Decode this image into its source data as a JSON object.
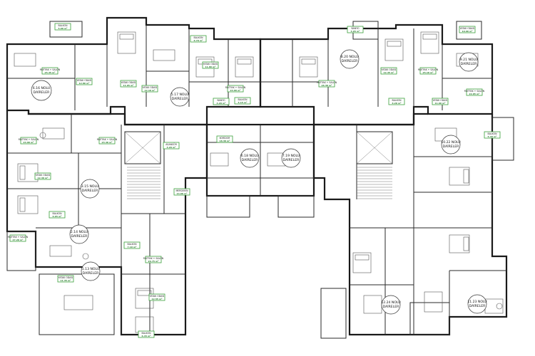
{
  "units": [
    {
      "id": "6.16",
      "line1": "6.16 NOLU",
      "line2": "DAİRELER"
    },
    {
      "id": "5.17",
      "line1": "5.17 NOLU",
      "line2": "DAİRELER"
    },
    {
      "id": "8.20",
      "line1": "8.20 NOLU",
      "line2": "DAİRELER"
    },
    {
      "id": "9.21",
      "line1": "9.21 NOLU",
      "line2": "DAİRELER"
    },
    {
      "id": "3.15",
      "line1": "3.15 NOLU",
      "line2": "DAİRELER"
    },
    {
      "id": "6.18",
      "line1": "6.18 NOLU",
      "line2": "DAİRELER"
    },
    {
      "id": "7.19",
      "line1": "7.19 NOLU",
      "line2": "DAİRELER"
    },
    {
      "id": "10.22",
      "line1": "10.22 NOLU",
      "line2": "DAİRELER"
    },
    {
      "id": "2.14",
      "line1": "2.14 NOLU",
      "line2": "DAİRELER"
    },
    {
      "id": "1.13",
      "line1": "1.13 NOLU",
      "line2": "DAİRELER"
    },
    {
      "id": "12.24",
      "line1": "12.24 NOLU",
      "line2": "DAİRELER"
    },
    {
      "id": "11.23",
      "line1": "11.23 NOLU",
      "line2": "DAİRELER"
    }
  ],
  "rooms": [
    {
      "name": "MUTFAK + SALON",
      "area": "25.45 m²"
    },
    {
      "name": "YATAK ODASI",
      "area": "12.80 m²"
    },
    {
      "name": "YATAK ODASI",
      "area": "11.05 m²"
    },
    {
      "name": "BALKON",
      "area": "5.90 m²"
    },
    {
      "name": "BANYO",
      "area": "4.20 m²"
    },
    {
      "name": "MUTFAK + SALON",
      "area": "23.40 m²"
    },
    {
      "name": "YATAK ODASI",
      "area": "12.10 m²"
    },
    {
      "name": "BALKON",
      "area": "6.70 m²"
    },
    {
      "name": "MUTFAK + SALON",
      "area": "24.60 m²"
    },
    {
      "name": "YATAK ODASI",
      "area": "11.80 m²"
    },
    {
      "name": "BALKON",
      "area": "5.15 m²"
    },
    {
      "name": "MUTFAK + SALON",
      "area": "26.30 m²"
    },
    {
      "name": "BANYO",
      "area": "3.95 m²"
    },
    {
      "name": "YATAK ODASI",
      "area": "12.45 m²"
    },
    {
      "name": "BALKON",
      "area": "6.20 m²"
    },
    {
      "name": "MUTFAK + SALON",
      "area": "25.10 m²"
    },
    {
      "name": "YATAK ODASI",
      "area": "10.90 m²"
    },
    {
      "name": "MUTFAK + SALON",
      "area": "22.85 m²"
    },
    {
      "name": "YATAK ODASI",
      "area": "11.60 m²"
    },
    {
      "name": "BALKON",
      "area": "5.40 m²"
    },
    {
      "name": "KORİDOR",
      "area": "18.30 m²"
    },
    {
      "name": "ASANSÖR",
      "area": "3.20 m²"
    },
    {
      "name": "MERDİVEN",
      "area": "14.60 m²"
    },
    {
      "name": "MUTFAK + SALON",
      "area": "24.90 m²"
    },
    {
      "name": "YATAK ODASI",
      "area": "12.30 m²"
    },
    {
      "name": "BALKON",
      "area": "6.05 m²"
    },
    {
      "name": "MUTFAK + SALON",
      "area": "27.20 m²"
    },
    {
      "name": "YATAK ODASI",
      "area": "11.35 m²"
    },
    {
      "name": "BALKON",
      "area": "7.10 m²"
    },
    {
      "name": "MUTFAK + SALON",
      "area": "26.75 m²"
    },
    {
      "name": "YATAK ODASI",
      "area": "12.55 m²"
    },
    {
      "name": "BALKON",
      "area": "6.45 m²"
    }
  ],
  "colors": {
    "wall": "#1a1a1a",
    "tag_border": "#3aa03a",
    "tag_area": "#2e7d32",
    "background": "#ffffff"
  }
}
